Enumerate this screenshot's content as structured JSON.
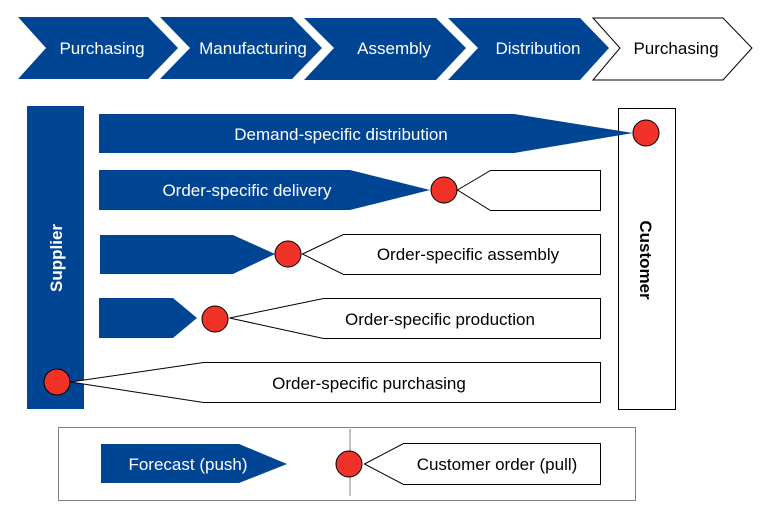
{
  "colors": {
    "primary_blue": "#004494",
    "decoupling_point_red": "#f03228",
    "outline": "#000000",
    "legend_border": "#808080",
    "background": "#ffffff"
  },
  "process_chain": {
    "steps": [
      {
        "label": "Purchasing",
        "style": "filled"
      },
      {
        "label": "Manufacturing",
        "style": "filled"
      },
      {
        "label": "Assembly",
        "style": "filled"
      },
      {
        "label": "Distribution",
        "style": "filled"
      },
      {
        "label": "Purchasing",
        "style": "outline"
      }
    ]
  },
  "actors": {
    "supplier": "Supplier",
    "customer": "Customer"
  },
  "strategies": [
    {
      "label": "Demand-specific distribution",
      "decoupling_point_after_step": 4
    },
    {
      "label": "Order-specific delivery",
      "decoupling_point_after_step": 3
    },
    {
      "label": "Order-specific assembly",
      "decoupling_point_after_step": 2
    },
    {
      "label": "Order-specific production",
      "decoupling_point_after_step": 1
    },
    {
      "label": "Order-specific purchasing",
      "decoupling_point_after_step": 0
    }
  ],
  "legend": {
    "push_label": "Forecast (push)",
    "pull_label": "Customer order (pull)",
    "decoupling_point_icon": "red-circle-icon"
  }
}
